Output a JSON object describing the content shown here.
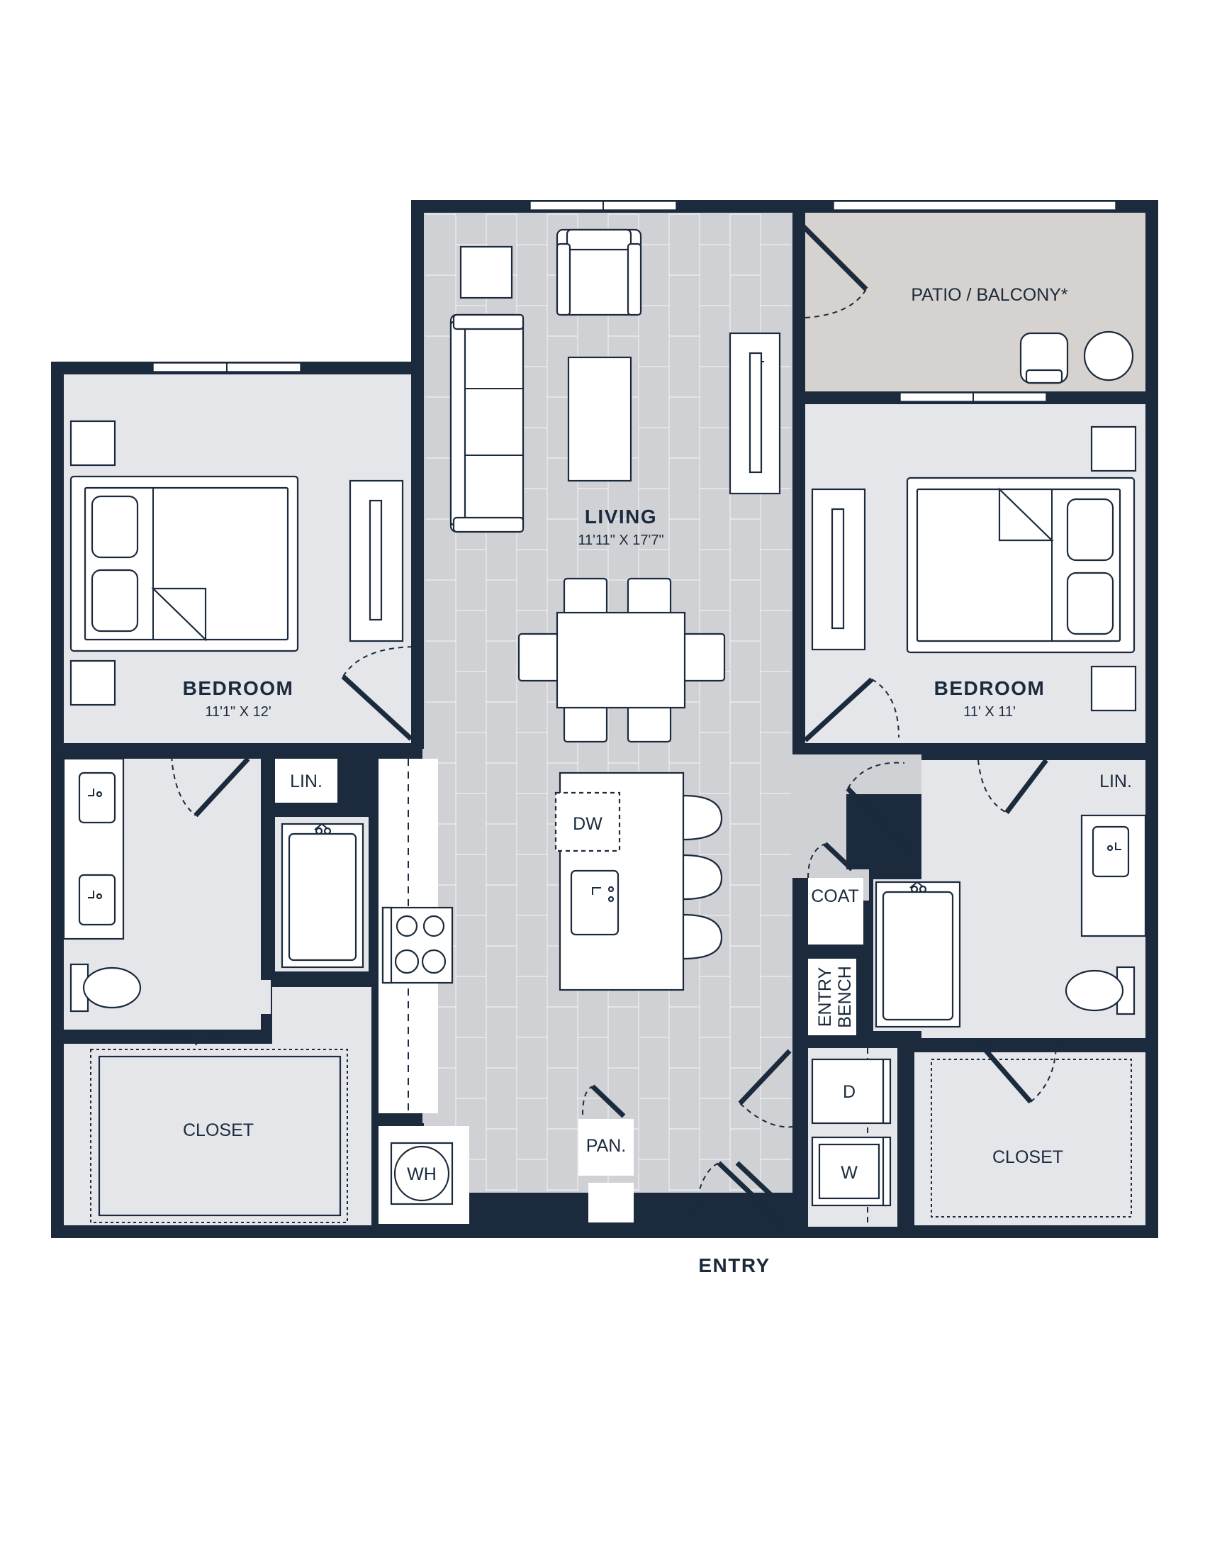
{
  "rooms": {
    "living": {
      "name": "LIVING",
      "dims": "11'11\" X 17'7\""
    },
    "bedroom_left": {
      "name": "BEDROOM",
      "dims": "11'1\" X 12'"
    },
    "bedroom_right": {
      "name": "BEDROOM",
      "dims": "11' X 11'"
    },
    "patio": {
      "name": "PATIO / BALCONY*"
    },
    "closet_left": {
      "name": "CLOSET"
    },
    "closet_right": {
      "name": "CLOSET"
    }
  },
  "fixtures": {
    "linen_left": "LIN.",
    "linen_right": "LIN.",
    "dishwasher": "DW",
    "coat": "COAT",
    "entry_bench_line1": "ENTRY",
    "entry_bench_line2": "BENCH",
    "pantry": "PAN.",
    "water_heater": "WH",
    "dryer": "D",
    "washer": "W"
  },
  "entry_label": "ENTRY",
  "colors": {
    "wall": "#1b2a3c",
    "room_fill": "#e4e6ea",
    "living_floor": "#cfd1d5",
    "patio_fill": "#d6d2cf"
  }
}
